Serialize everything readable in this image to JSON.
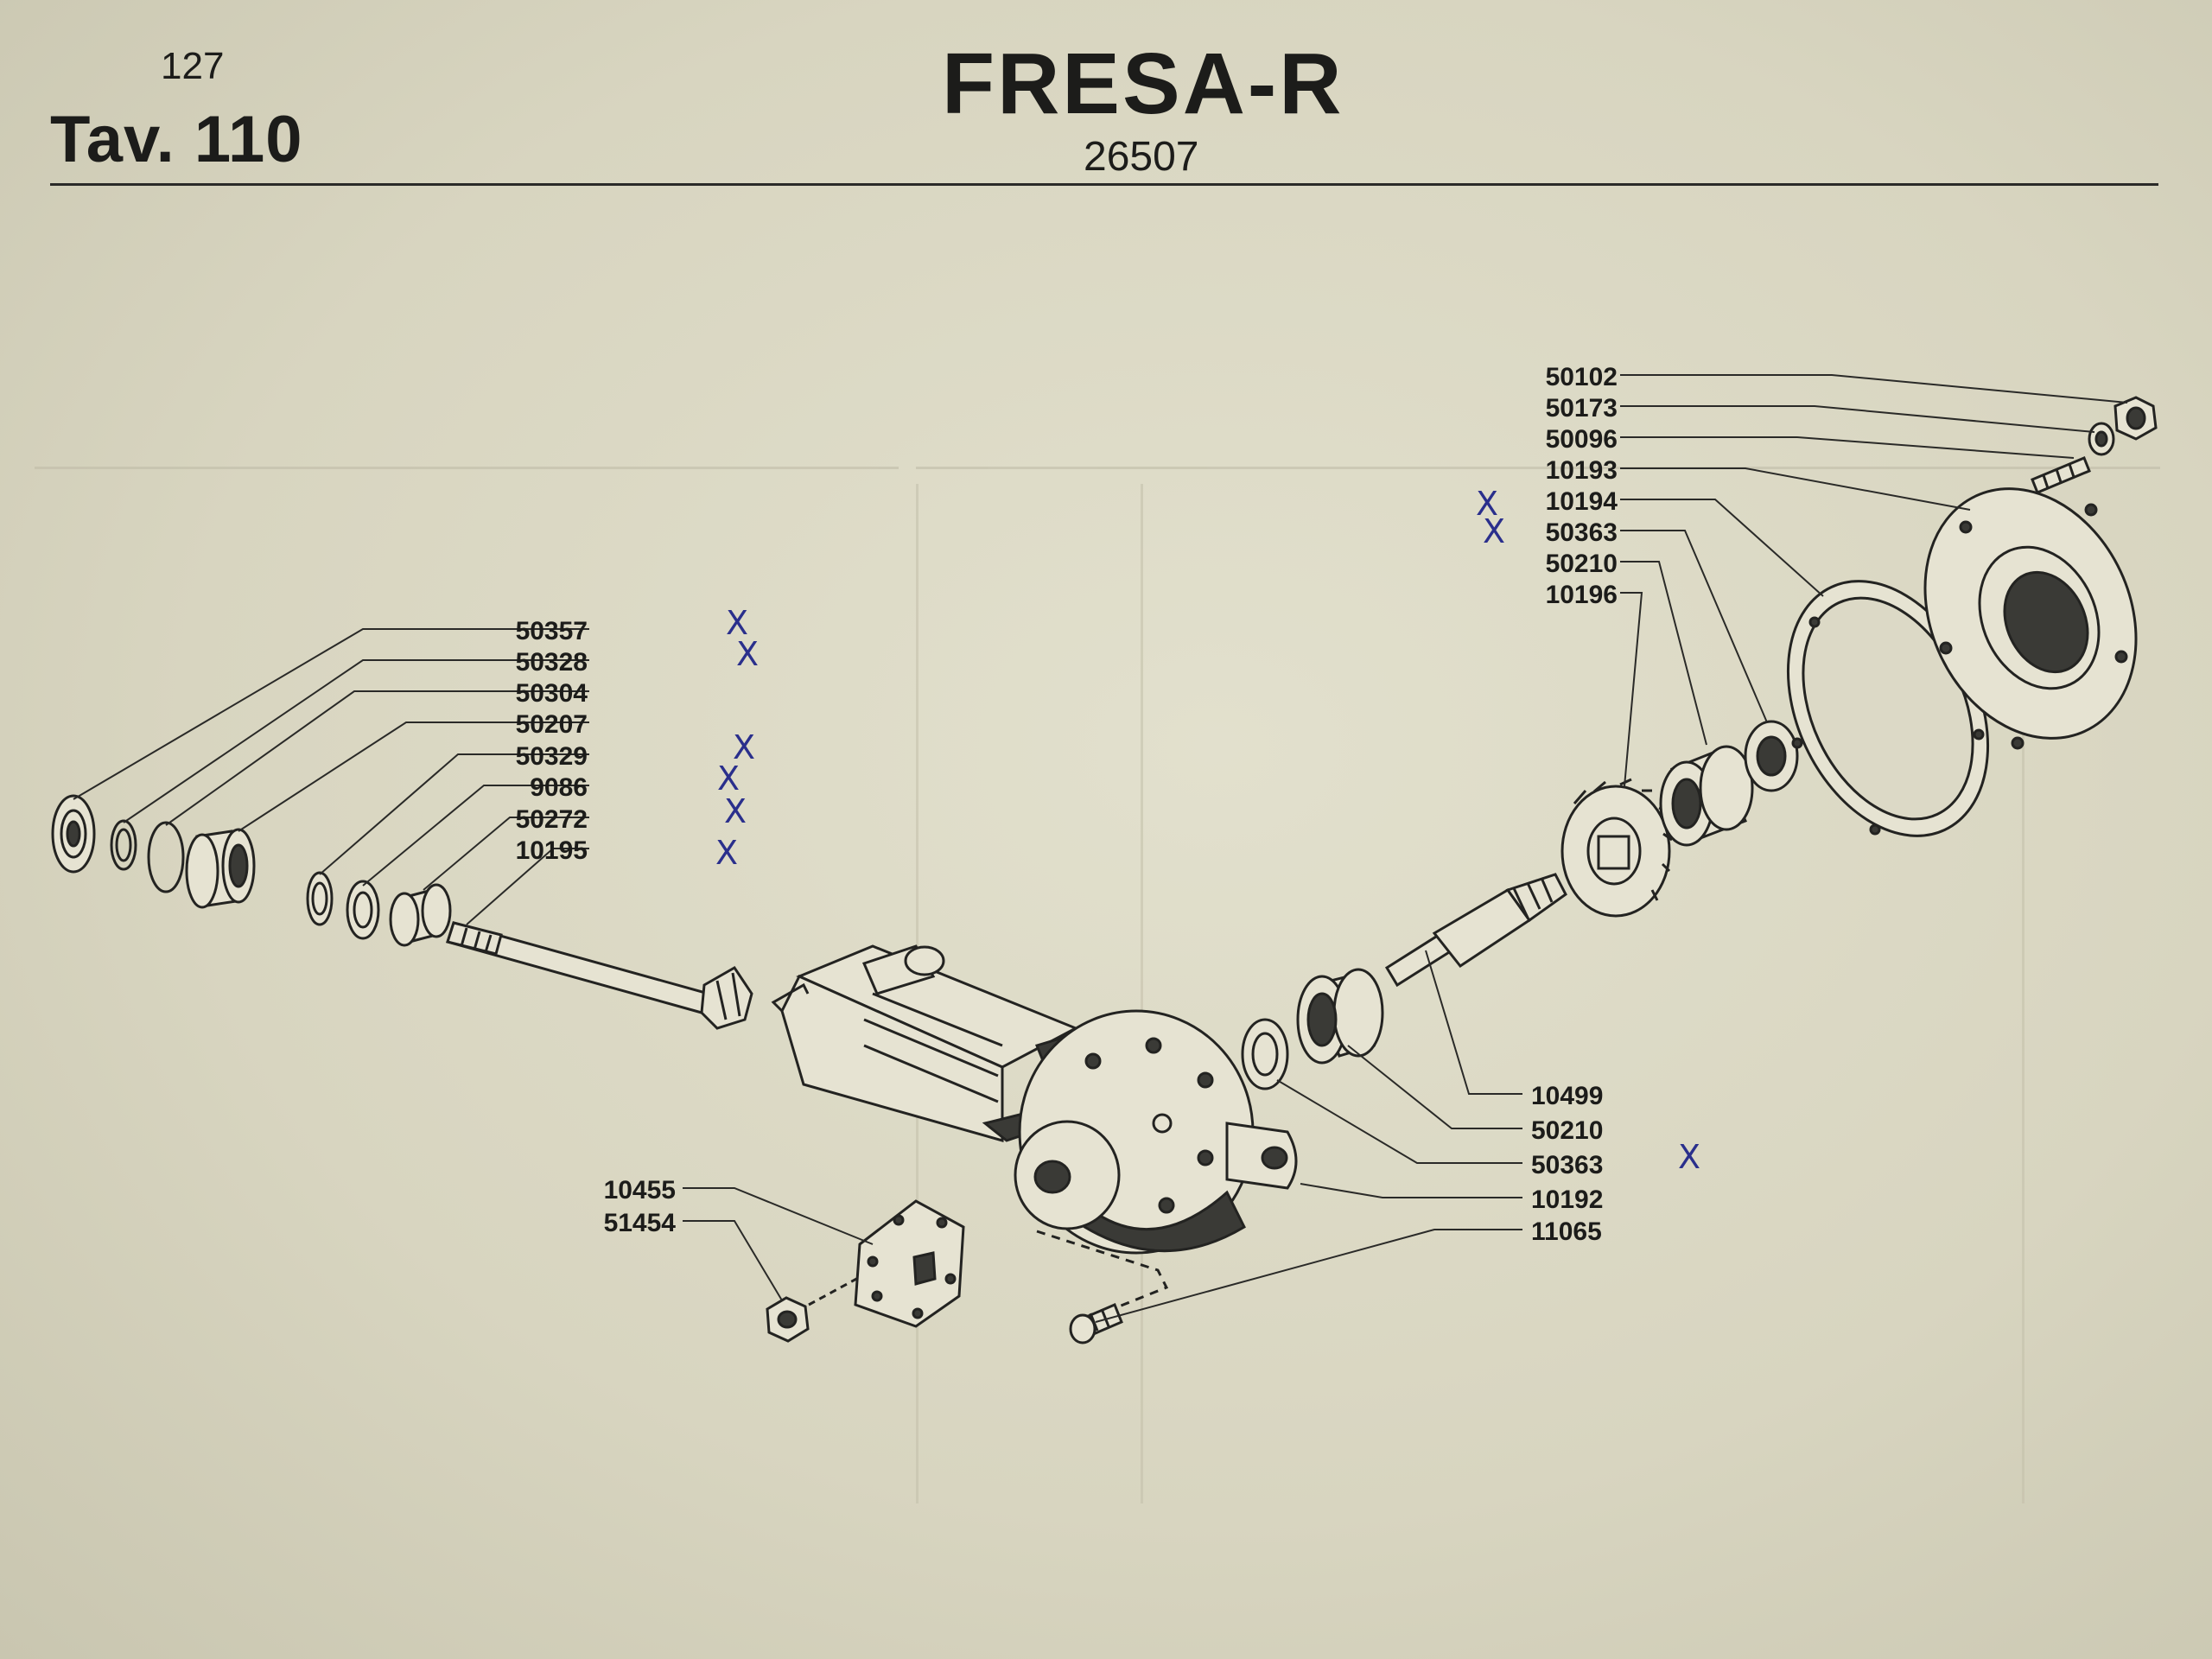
{
  "header": {
    "page_number": "127",
    "tav_label": "Tav. 110",
    "model_name": "FRESA-R",
    "model_code": "26507"
  },
  "left_group": [
    {
      "code": "50357",
      "marked": true
    },
    {
      "code": "50328",
      "marked": true
    },
    {
      "code": "50304",
      "marked": false
    },
    {
      "code": "50207",
      "marked": false
    },
    {
      "code": "50329",
      "marked": true
    },
    {
      "code": "9086",
      "marked": true
    },
    {
      "code": "50272",
      "marked": true
    },
    {
      "code": "10195",
      "marked": true
    }
  ],
  "top_right_group": [
    {
      "code": "50102",
      "marked": false
    },
    {
      "code": "50173",
      "marked": false
    },
    {
      "code": "50096",
      "marked": false
    },
    {
      "code": "10193",
      "marked": false
    },
    {
      "code": "10194",
      "marked": true
    },
    {
      "code": "50363",
      "marked": true
    },
    {
      "code": "50210",
      "marked": false
    },
    {
      "code": "10196",
      "marked": false
    }
  ],
  "bottom_right_group": [
    {
      "code": "10499",
      "marked": false
    },
    {
      "code": "50210",
      "marked": false
    },
    {
      "code": "50363",
      "marked": true
    },
    {
      "code": "10192",
      "marked": false
    },
    {
      "code": "11065",
      "marked": false
    }
  ],
  "bottom_left_group": [
    {
      "code": "10455",
      "marked": false
    },
    {
      "code": "51454",
      "marked": false
    }
  ],
  "mark_symbol": "X",
  "colors": {
    "paper": "#dcd9c6",
    "ink": "#1c1c1a",
    "pen_mark": "#2a2f8c"
  }
}
